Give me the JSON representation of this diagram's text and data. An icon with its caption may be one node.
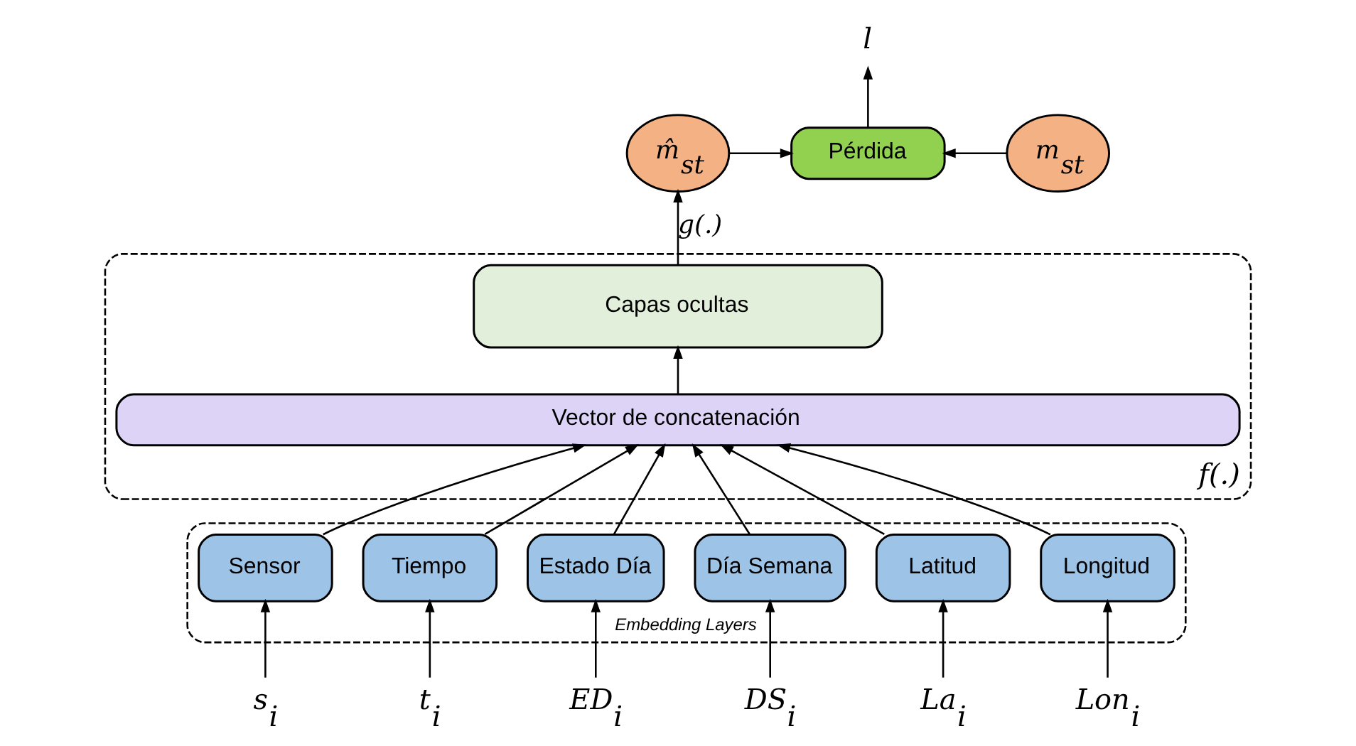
{
  "diagram": {
    "nodes": [
      {
        "text": [
          "m̂$_{st}$"
        ]
      },
      {
        "text": [
          "Pérdida"
        ]
      },
      {
        "text": [
          "m$_{st}$"
        ]
      },
      {
        "text": [
          "l"
        ]
      },
      {
        "text": [
          "f(.)"
        ]
      },
      {
        "text": [
          "Capas ocultas"
        ],
        "in": 4
      },
      {
        "text": [
          "Vector de concatenación"
        ],
        "in": 4
      },
      {
        "text": [
          "Embedding Layers"
        ]
      },
      {
        "text": [
          "Sensor"
        ],
        "in": 7
      },
      {
        "text": [
          "Tiempo"
        ],
        "in": 7
      },
      {
        "text": [
          "Estado Día"
        ],
        "in": 7
      },
      {
        "text": [
          "Día Semana"
        ],
        "in": 7
      },
      {
        "text": [
          "Latitud"
        ],
        "in": 7
      },
      {
        "text": [
          "Longitud"
        ],
        "in": 7
      },
      {
        "text": [
          "s$_{i}$"
        ]
      },
      {
        "text": [
          "t$_{i}$"
        ]
      },
      {
        "text": [
          "ED$_{i}$"
        ]
      },
      {
        "text": [
          "DS$_{i}$"
        ]
      },
      {
        "text": [
          "La$_{i}$"
        ]
      },
      {
        "text": [
          "Lon$_{i}$"
        ]
      }
    ],
    "edges": [
      {
        "from": 14,
        "to": 8,
        "arrow": "to"
      },
      {
        "from": 15,
        "to": 9,
        "arrow": "to"
      },
      {
        "from": 16,
        "to": 10,
        "arrow": "to"
      },
      {
        "from": 17,
        "to": 11,
        "arrow": "to"
      },
      {
        "from": 18,
        "to": 12,
        "arrow": "to"
      },
      {
        "from": 19,
        "to": 13,
        "arrow": "to"
      },
      {
        "from": 8,
        "to": 6,
        "arrow": "to"
      },
      {
        "from": 9,
        "to": 6,
        "arrow": "to"
      },
      {
        "from": 10,
        "to": 6,
        "arrow": "to"
      },
      {
        "from": 11,
        "to": 6,
        "arrow": "to"
      },
      {
        "from": 12,
        "to": 6,
        "arrow": "to"
      },
      {
        "from": 13,
        "to": 6,
        "arrow": "to"
      },
      {
        "from": 6,
        "to": 5,
        "arrow": "to"
      },
      {
        "from": 5,
        "to": 0,
        "arrow": "to",
        "label": "g(.)"
      },
      {
        "from": 0,
        "to": 1,
        "arrow": "to"
      },
      {
        "from": 2,
        "to": 1,
        "arrow": "to"
      },
      {
        "from": 1,
        "to": 3,
        "arrow": "to"
      }
    ]
  }
}
